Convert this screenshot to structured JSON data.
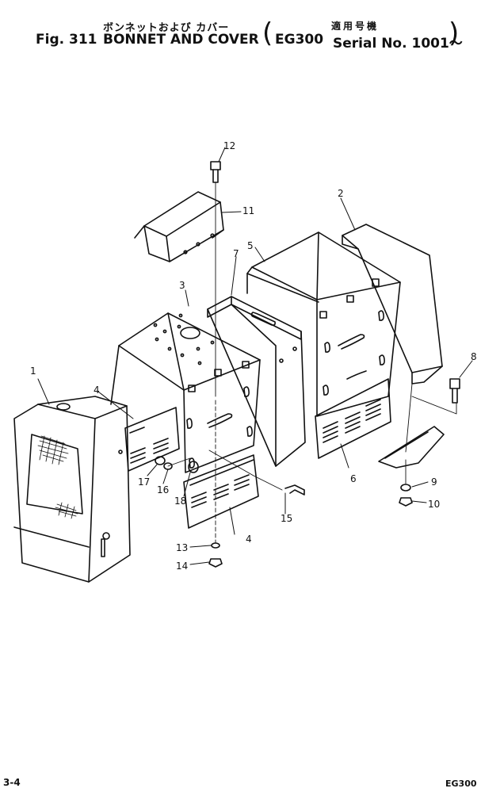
{
  "header": {
    "jp_title": "ボンネットおよび カバー",
    "jp_applicability": "適用号機",
    "fig_label": "Fig. 311",
    "title": "BONNET AND COVER",
    "model": "EG300",
    "serial": "Serial No. 1001～",
    "paren_open": "(",
    "paren_close": ")"
  },
  "callouts": [
    "1",
    "2",
    "3",
    "4",
    "4",
    "5",
    "6",
    "7",
    "8",
    "9",
    "10",
    "11",
    "12",
    "13",
    "14",
    "15",
    "16",
    "17",
    "18"
  ],
  "footer": {
    "page": "3-4",
    "model": "EG300"
  }
}
